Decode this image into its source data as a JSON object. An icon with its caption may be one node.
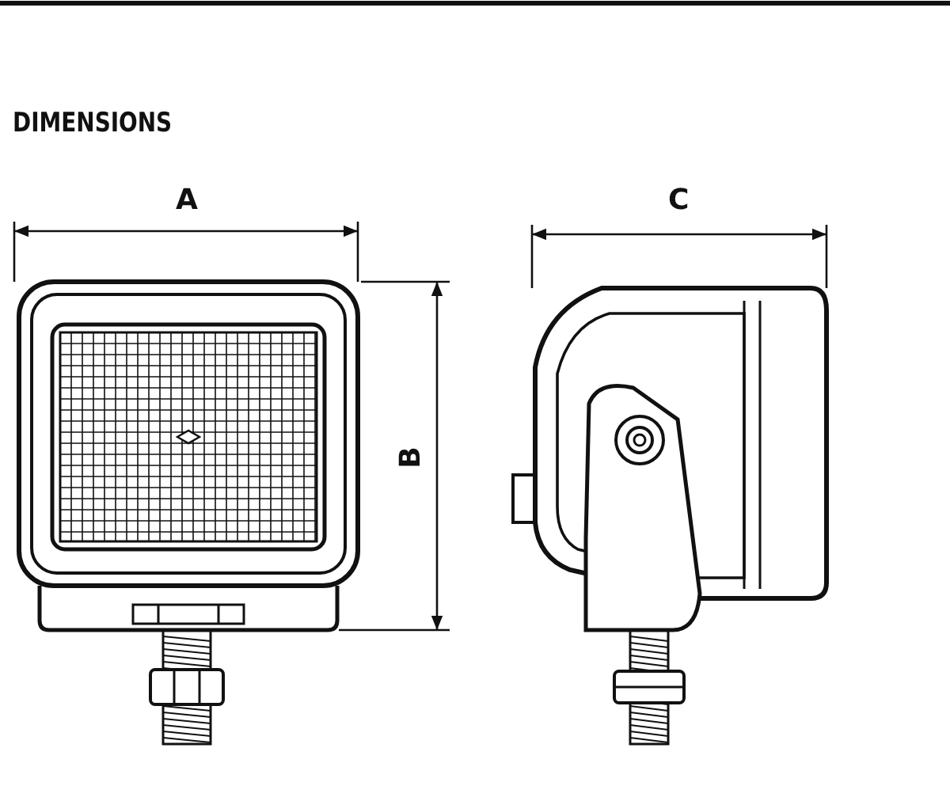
{
  "diagram": {
    "title": "DIMENSIONS",
    "labels": [
      "A",
      "B",
      "C"
    ]
  }
}
